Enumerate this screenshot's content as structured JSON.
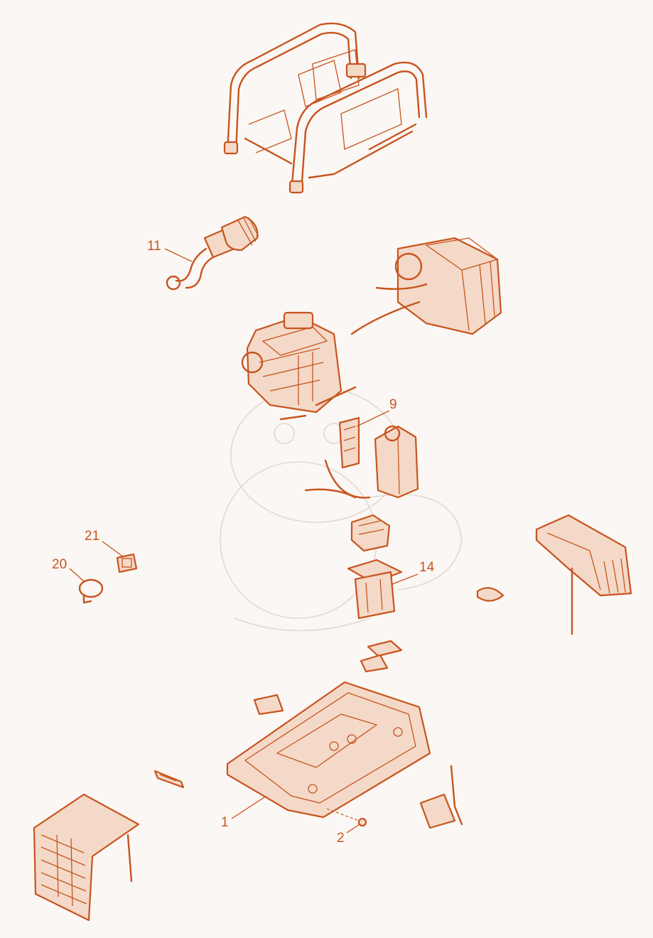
{
  "diagram": {
    "type": "exploded-parts-view",
    "line_color": "#c8541e",
    "background": "#fbf7f4",
    "callouts": [
      {
        "number": "11"
      },
      {
        "number": "9"
      },
      {
        "number": "21"
      },
      {
        "number": "20"
      },
      {
        "number": "14"
      },
      {
        "number": "1"
      },
      {
        "number": "2"
      }
    ]
  }
}
